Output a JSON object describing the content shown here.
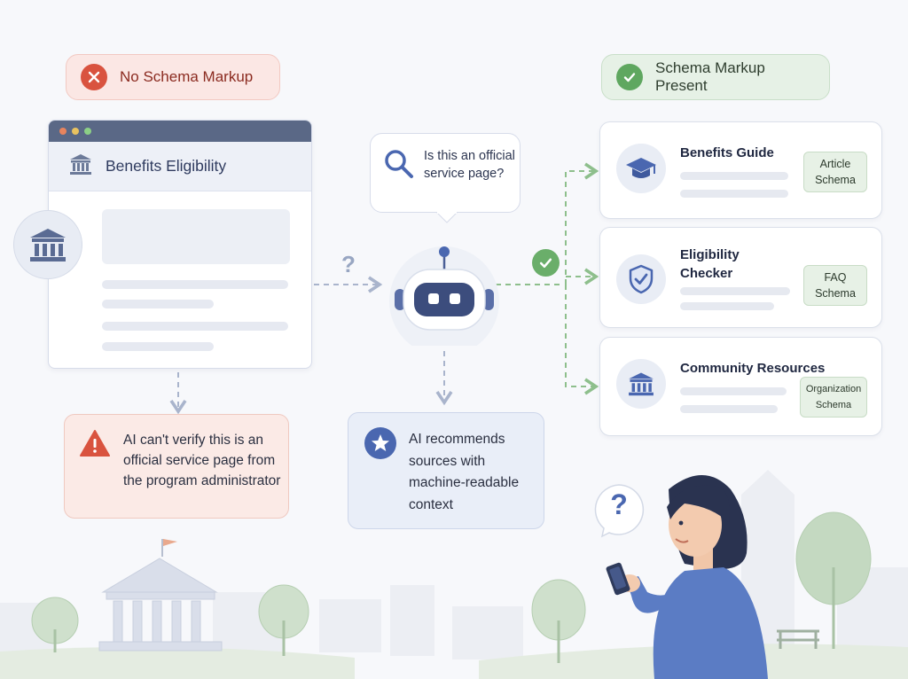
{
  "left": {
    "badge": "No Schema Markup",
    "page_title": "Benefits Eligibility",
    "warning": "AI can't verify this is an official service page from the program administrator"
  },
  "center": {
    "query": "Is this an official service page?",
    "question_mark": "?",
    "recommendation": "AI recommends sources with machine-readable context"
  },
  "right": {
    "badge": "Schema Markup Present",
    "cards": [
      {
        "title": "Benefits Guide",
        "tag_line1": "Article",
        "tag_line2": "Schema",
        "icon": "graduation-cap-icon"
      },
      {
        "title_line1": "Eligibility",
        "title_line2": "Checker",
        "tag_line1": "FAQ",
        "tag_line2": "Schema",
        "icon": "shield-check-icon"
      },
      {
        "title": "Community Resources",
        "tag_line1": "Organization",
        "tag_line2": "Schema",
        "icon": "building-icon"
      }
    ]
  },
  "person": {
    "question_mark": "?"
  },
  "colors": {
    "bad": "#d9533f",
    "good": "#5fa760",
    "primary": "#4a5f96",
    "connector_gray": "#a9b4cc",
    "connector_green": "#8ebf8c"
  }
}
